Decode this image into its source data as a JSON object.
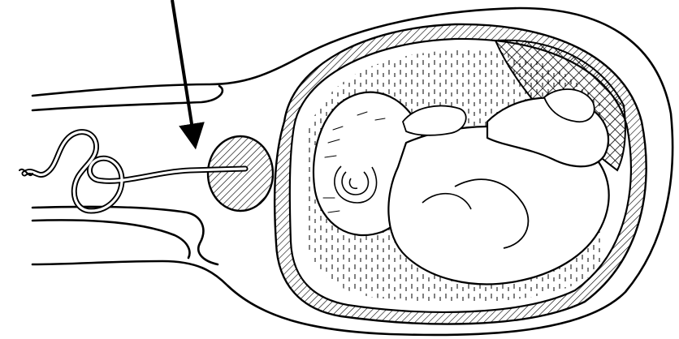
{
  "figure": {
    "ink_color": "#000000",
    "background_color": "#ffffff",
    "parts": [
      "vaginal-canal",
      "cervix",
      "uterus-wall",
      "amniotic-fluid",
      "placenta",
      "fetus",
      "umbilical-cord",
      "coiled-tube-catheter",
      "pointer-arrow"
    ]
  }
}
